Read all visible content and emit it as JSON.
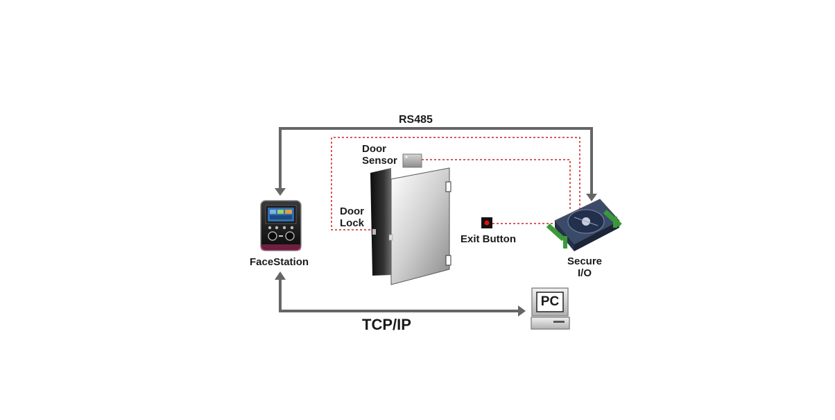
{
  "labels": {
    "rs485": "RS485",
    "door_sensor": [
      "Door",
      "Sensor"
    ],
    "door_lock": [
      "Door",
      "Lock"
    ],
    "exit_button": "Exit Button",
    "facestation": "FaceStation",
    "secure_io": [
      "Secure",
      "I/O"
    ],
    "tcpip": "TCP/IP",
    "pc": "PC"
  },
  "colors": {
    "connection_line": "#666666",
    "wire_dotted": "#cc2222",
    "text": "#1a1a1a",
    "exit_button_led": "#e01010",
    "terminal_green": "#3a9a3a",
    "io_board": "#2c3e6a"
  },
  "icons": [
    "facestation-device",
    "door",
    "door-sensor",
    "exit-button",
    "secure-io-module",
    "pc-computer"
  ]
}
